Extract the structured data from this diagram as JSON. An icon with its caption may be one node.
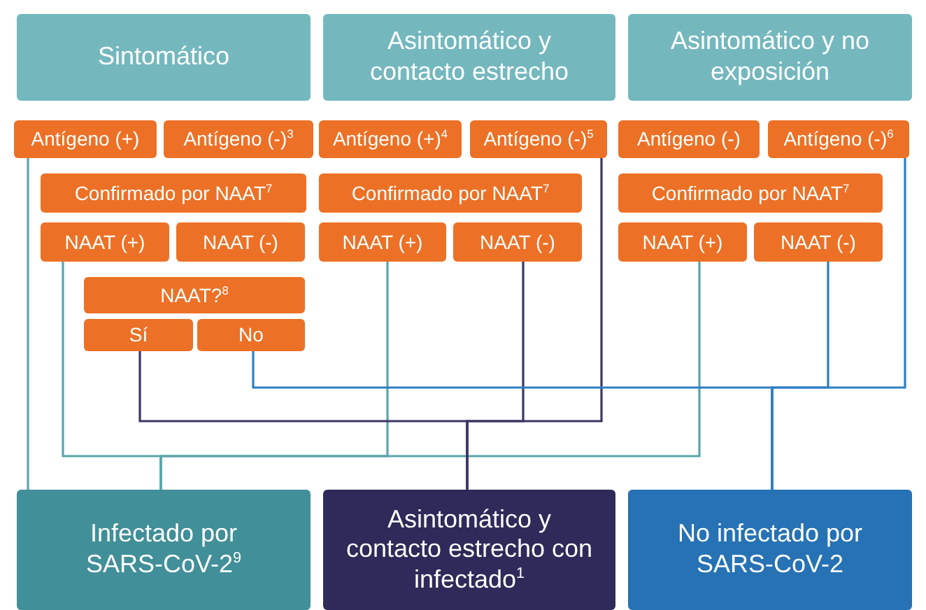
{
  "diagram": {
    "nodes": [
      {
        "text": [
          "Sintomático"
        ]
      },
      {
        "text": [
          "Asintomático y contacto estrecho"
        ]
      },
      {
        "text": [
          "Asintomático y no exposición"
        ]
      },
      {
        "text": [
          "Antígeno (+)"
        ]
      },
      {
        "text": [
          "Antígeno (-)$^{3}$"
        ]
      },
      {
        "text": [
          "Antígeno (+)$^{4}$"
        ]
      },
      {
        "text": [
          "Antígeno (-)$^{5}$"
        ]
      },
      {
        "text": [
          "Antígeno (-)"
        ]
      },
      {
        "text": [
          "Antígeno (-)$^{6}$"
        ]
      },
      {
        "text": [
          "Confirmado por NAAT$^{7}$"
        ]
      },
      {
        "text": [
          "Confirmado por NAAT$^{7}$"
        ]
      },
      {
        "text": [
          "Confirmado por NAAT$^{7}$"
        ]
      },
      {
        "text": [
          "NAAT (+)"
        ]
      },
      {
        "text": [
          "NAAT (-)"
        ]
      },
      {
        "text": [
          "NAAT (+)"
        ]
      },
      {
        "text": [
          "NAAT (-)"
        ]
      },
      {
        "text": [
          "NAAT (+)"
        ]
      },
      {
        "text": [
          "NAAT (-)"
        ]
      },
      {
        "text": [
          "NAAT?$^{8}$"
        ]
      },
      {
        "text": [
          "Sí"
        ]
      },
      {
        "text": [
          "No"
        ]
      },
      {
        "text": [
          "Infectado por SARS-CoV-2$^{9}$"
        ]
      },
      {
        "text": [
          "Asintomático y contacto estrecho con infectado$^{1}$"
        ]
      },
      {
        "text": [
          "No infectado por SARS-CoV-2"
        ]
      }
    ],
    "edges": [
      {
        "from": 3,
        "to": 21,
        "arrow": "none"
      },
      {
        "from": 12,
        "to": 21,
        "arrow": "none"
      },
      {
        "from": 14,
        "to": 21,
        "arrow": "none"
      },
      {
        "from": 16,
        "to": 21,
        "arrow": "none"
      },
      {
        "from": 19,
        "to": 22,
        "arrow": "none",
        "color": "#3b3663"
      },
      {
        "from": 15,
        "to": 22,
        "arrow": "none",
        "color": "#3b3663"
      },
      {
        "from": 6,
        "to": 22,
        "arrow": "none",
        "color": "#3b3663"
      },
      {
        "from": 20,
        "to": 23,
        "arrow": "none",
        "color": "#2f7fc1"
      },
      {
        "from": 17,
        "to": 23,
        "arrow": "none",
        "color": "#2f7fc1"
      },
      {
        "from": 8,
        "to": 23,
        "arrow": "none",
        "color": "#2f7fc1"
      }
    ]
  }
}
